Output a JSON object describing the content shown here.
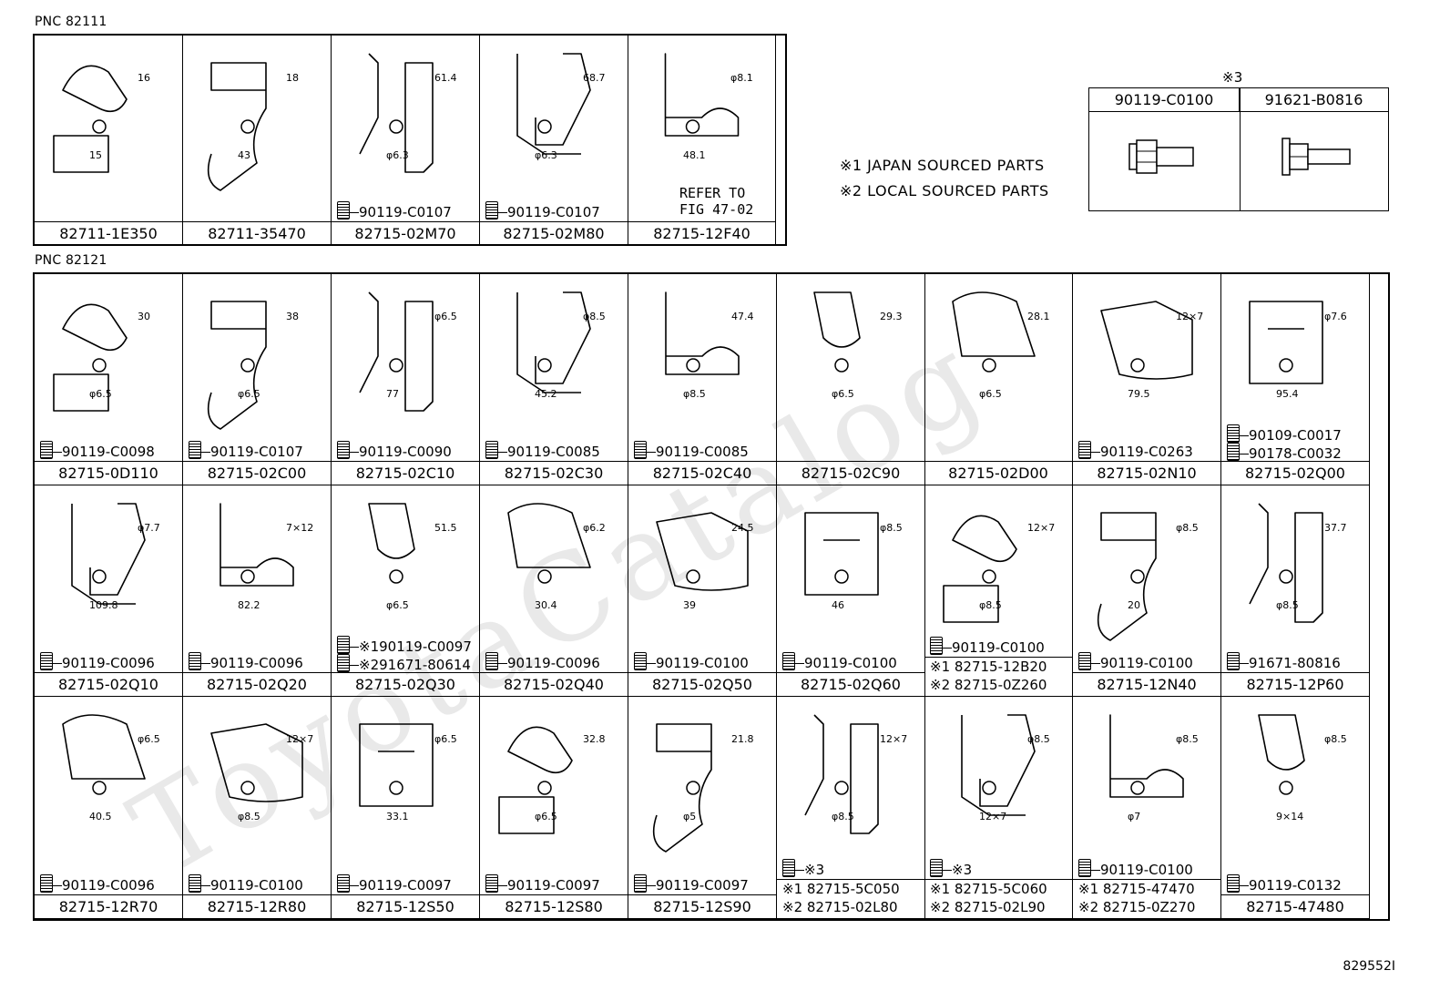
{
  "pnc_top": "PNC 82111",
  "pnc_bottom": "PNC 82121",
  "figure_id": "829552I",
  "legend": {
    "mark3": "※3",
    "line1": "※1 JAPAN SOURCED PARTS",
    "line2": "※2 LOCAL SOURCED PARTS"
  },
  "mark3_table": [
    {
      "part": "90119-C0100"
    },
    {
      "part": "91621-B0816"
    }
  ],
  "top_row": [
    {
      "part": "82711-1E350",
      "dims": [
        "16",
        "15"
      ],
      "bolt": ""
    },
    {
      "part": "82711-35470",
      "dims": [
        "18",
        "43"
      ],
      "bolt": ""
    },
    {
      "part": "82715-02M70",
      "dims": [
        "61.4",
        "φ6.3"
      ],
      "bolt": "90119-C0107"
    },
    {
      "part": "82715-02M80",
      "dims": [
        "68.7",
        "φ6.3"
      ],
      "bolt": "90119-C0107"
    },
    {
      "part": "82715-12F40",
      "dims": [
        "φ8.1",
        "48.1"
      ],
      "bolt": "",
      "note": "REFER TO FIG 47-02"
    }
  ],
  "row2": [
    {
      "part": "82715-0D110",
      "dims": [
        "30",
        "φ6.5"
      ],
      "bolt": "90119-C0098"
    },
    {
      "part": "82715-02C00",
      "dims": [
        "38",
        "φ6.5"
      ],
      "bolt": "90119-C0107"
    },
    {
      "part": "82715-02C10",
      "dims": [
        "φ6.5",
        "77"
      ],
      "bolt": "90119-C0090"
    },
    {
      "part": "82715-02C30",
      "dims": [
        "φ8.5",
        "45.2"
      ],
      "bolt": "90119-C0085"
    },
    {
      "part": "82715-02C40",
      "dims": [
        "47.4",
        "φ8.5"
      ],
      "bolt": "90119-C0085"
    },
    {
      "part": "82715-02C90",
      "dims": [
        "29.3",
        "φ6.5"
      ],
      "bolt": ""
    },
    {
      "part": "82715-02D00",
      "dims": [
        "28.1",
        "φ6.5"
      ],
      "bolt": ""
    },
    {
      "part": "82715-02N10",
      "dims": [
        "12×7",
        "79.5"
      ],
      "bolt": "90119-C0263"
    },
    {
      "part": "82715-02Q00",
      "dims": [
        "φ7.6",
        "95.4"
      ],
      "bolt": "90109-C0017",
      "bolt2": "90178-C0032"
    }
  ],
  "row3": [
    {
      "part": "82715-02Q10",
      "dims": [
        "φ7.7",
        "109.8"
      ],
      "bolt": "90119-C0096"
    },
    {
      "part": "82715-02Q20",
      "dims": [
        "7×12",
        "82.2"
      ],
      "bolt": "90119-C0096"
    },
    {
      "part": "82715-02Q30",
      "dims": [
        "51.5",
        "φ6.5"
      ],
      "bolt": "※190119-C0097",
      "bolt2": "※291671-80614"
    },
    {
      "part": "82715-02Q40",
      "dims": [
        "φ6.2",
        "30.4"
      ],
      "bolt": "90119-C0096"
    },
    {
      "part": "82715-02Q50",
      "dims": [
        "24.5",
        "39"
      ],
      "bolt": "90119-C0100"
    },
    {
      "part": "82715-02Q60",
      "dims": [
        "φ8.5",
        "46"
      ],
      "bolt": "90119-C0100"
    },
    {
      "part1": "※1 82715-12B20",
      "part2": "※2 82715-0Z260",
      "dims": [
        "12×7",
        "φ8.5"
      ],
      "bolt": "90119-C0100"
    },
    {
      "part": "82715-12N40",
      "dims": [
        "φ8.5",
        "20"
      ],
      "bolt": "90119-C0100"
    },
    {
      "part": "82715-12P60",
      "dims": [
        "37.7",
        "φ8.5"
      ],
      "bolt": "91671-80816"
    }
  ],
  "row4": [
    {
      "part": "82715-12R70",
      "dims": [
        "φ6.5",
        "40.5"
      ],
      "bolt": "90119-C0096"
    },
    {
      "part": "82715-12R80",
      "dims": [
        "12×7",
        "φ8.5"
      ],
      "bolt": "90119-C0100"
    },
    {
      "part": "82715-12S50",
      "dims": [
        "φ6.5",
        "33.1"
      ],
      "bolt": "90119-C0097"
    },
    {
      "part": "82715-12S80",
      "dims": [
        "32.8",
        "φ6.5"
      ],
      "bolt": "90119-C0097"
    },
    {
      "part": "82715-12S90",
      "dims": [
        "21.8",
        "φ5"
      ],
      "bolt": "90119-C0097"
    },
    {
      "part1": "※1 82715-5C050",
      "part2": "※2 82715-02L80",
      "dims": [
        "12×7",
        "φ8.5"
      ],
      "bolt": "※3"
    },
    {
      "part1": "※1 82715-5C060",
      "part2": "※2 82715-02L90",
      "dims": [
        "φ8.5",
        "12×7"
      ],
      "bolt": "※3"
    },
    {
      "part1": "※1 82715-47470",
      "part2": "※2 82715-0Z270",
      "dims": [
        "φ8.5",
        "φ7"
      ],
      "bolt": "90119-C0100"
    },
    {
      "part": "82715-47480",
      "dims": [
        "φ8.5",
        "9×14"
      ],
      "bolt": "90119-C0132"
    }
  ]
}
